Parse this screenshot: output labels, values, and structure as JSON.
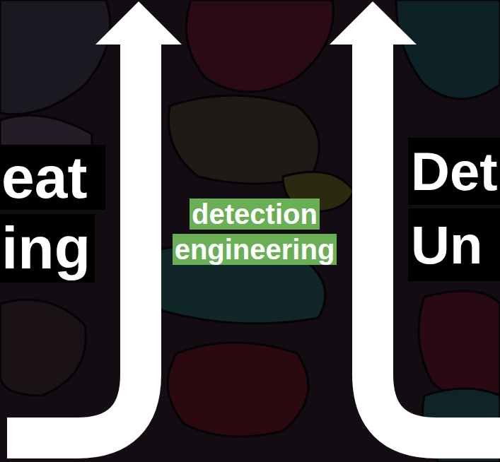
{
  "diagram": {
    "labels": [
      "eat",
      "ing",
      "Det",
      "Un",
      "detection engineering"
    ]
  }
}
